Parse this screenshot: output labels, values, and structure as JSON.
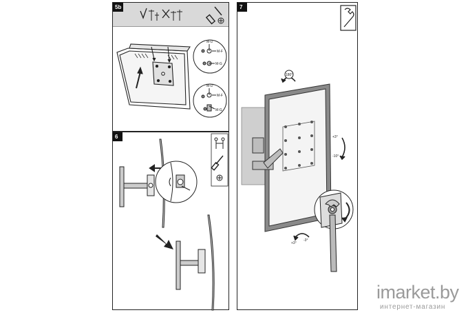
{
  "panels": {
    "p5b": {
      "step": "5b",
      "labels": [
        "M-D",
        "M-F",
        "M-G",
        "M-D",
        "M-F",
        "M-G"
      ]
    },
    "p6": {
      "step": "6"
    },
    "p7": {
      "step": "7",
      "rotation": "180°",
      "tilt_up": "+3°",
      "tilt_down": "-10°",
      "swivel_left": "+3°",
      "swivel_right": "-3°"
    }
  },
  "watermark": {
    "brand": "imarket.by",
    "subtitle": "интернет-магазин"
  }
}
